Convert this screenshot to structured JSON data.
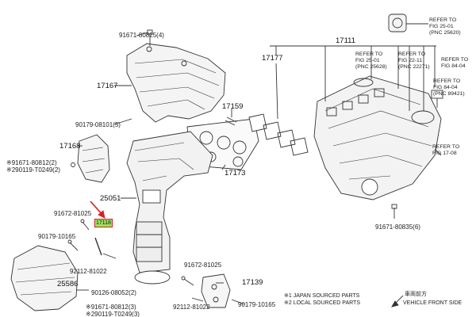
{
  "colors": {
    "highlight": "#9fe35a",
    "arrow": "#d32222",
    "line": "#333333"
  },
  "parts": {
    "p17111": "17111",
    "p17177": "17177",
    "p17167": "17167",
    "p17159": "17159",
    "p17168": "17168",
    "p17173": "17173",
    "p25051": "25051",
    "p17118": "17118",
    "p25586": "25586",
    "p17139": "17139",
    "b91671_80825_4": "91671-80825(4)",
    "b90179_08101_5": "90179-08101(5)",
    "b91671_80812_2": "※91671-80812(2)",
    "b290119_T0249_2": "※290119-T0249(2)",
    "b91672_81025_a": "91672-81025",
    "b90179_10165": "90179-10165",
    "b92112_81022_a": "92112-81022",
    "b90126_08052_2": "90126-08052(2)",
    "b91671_80812_3": "※91671-80812(3)",
    "b290119_T0249_3": "※290119-T0249(3)",
    "b91672_81025_b": "91672-81025",
    "b92112_81022_b": "92112-81022",
    "b90179_10165_b": "90179-10165",
    "b91671_80835_6": "91671-80835(6)"
  },
  "refers": {
    "r1_line1": "REFER TO",
    "r1_line2": "FIG 25-01",
    "r1_line3": "(PNC 25620)",
    "r2_line1": "REFER TO",
    "r2_line2": "FIG 25-01",
    "r2_line3": "(PNC 25628)",
    "r3_line1": "REFER TO",
    "r3_line2": "FIG 22-11",
    "r3_line3": "(PNC 22271)",
    "r4_line1": "REFER TO",
    "r4_line2": "FIG 84-04",
    "r5_line1": "REFER TO",
    "r5_line2": "FIG 84-04",
    "r5_line3": "(PNC 89421)",
    "r6_line1": "REFER TO",
    "r6_line2": "FIG 17-08"
  },
  "legend": {
    "japan": "※1 JAPAN SOURCED PARTS",
    "local": "※2 LOCAL SOURCED PARTS",
    "front_jp": "車両前方",
    "front_en": "VEHICLE FRONT SIDE"
  }
}
